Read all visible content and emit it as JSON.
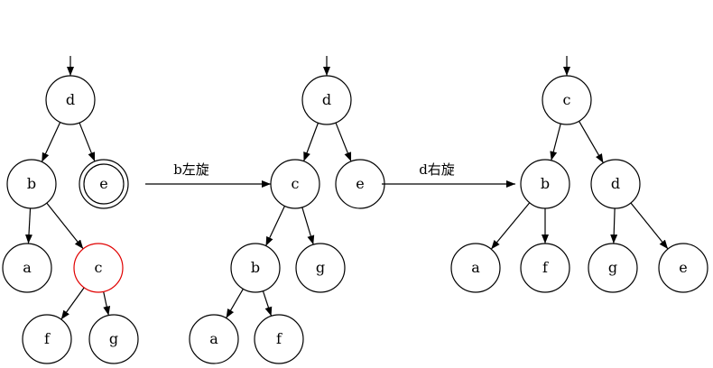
{
  "diagram": {
    "colors": {
      "stroke": "#000000",
      "highlight": "#e00000",
      "background": "#ffffff"
    },
    "trees": [
      {
        "id": "tree1",
        "nodes": [
          {
            "id": "d",
            "label": "d"
          },
          {
            "id": "b",
            "label": "b"
          },
          {
            "id": "e",
            "label": "e",
            "style": "double"
          },
          {
            "id": "a",
            "label": "a"
          },
          {
            "id": "c",
            "label": "c",
            "style": "highlight"
          },
          {
            "id": "f",
            "label": "f"
          },
          {
            "id": "g",
            "label": "g"
          }
        ],
        "edges": [
          [
            "d",
            "b"
          ],
          [
            "d",
            "e"
          ],
          [
            "b",
            "a"
          ],
          [
            "b",
            "c"
          ],
          [
            "c",
            "f"
          ],
          [
            "c",
            "g"
          ]
        ],
        "root": "d"
      },
      {
        "id": "tree2",
        "nodes": [
          {
            "id": "d",
            "label": "d"
          },
          {
            "id": "c",
            "label": "c"
          },
          {
            "id": "e",
            "label": "e"
          },
          {
            "id": "b",
            "label": "b"
          },
          {
            "id": "g",
            "label": "g"
          },
          {
            "id": "a",
            "label": "a"
          },
          {
            "id": "f",
            "label": "f"
          }
        ],
        "edges": [
          [
            "d",
            "c"
          ],
          [
            "d",
            "e"
          ],
          [
            "c",
            "b"
          ],
          [
            "c",
            "g"
          ],
          [
            "b",
            "a"
          ],
          [
            "b",
            "f"
          ]
        ],
        "root": "d"
      },
      {
        "id": "tree3",
        "nodes": [
          {
            "id": "c",
            "label": "c"
          },
          {
            "id": "b",
            "label": "b"
          },
          {
            "id": "d",
            "label": "d"
          },
          {
            "id": "a",
            "label": "a"
          },
          {
            "id": "f",
            "label": "f"
          },
          {
            "id": "g",
            "label": "g"
          },
          {
            "id": "e",
            "label": "e"
          }
        ],
        "edges": [
          [
            "c",
            "b"
          ],
          [
            "c",
            "d"
          ],
          [
            "b",
            "a"
          ],
          [
            "b",
            "f"
          ],
          [
            "d",
            "g"
          ],
          [
            "d",
            "e"
          ]
        ],
        "root": "c"
      }
    ],
    "transitions": [
      {
        "id": "rotate-left",
        "label": "b左旋"
      },
      {
        "id": "rotate-right",
        "label": "d右旋"
      }
    ]
  }
}
